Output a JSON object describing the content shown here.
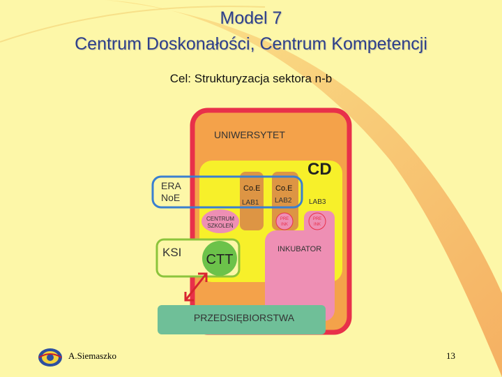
{
  "slide": {
    "title_line1": "Model 7",
    "title_line2": "Centrum Doskonałości, Centrum Kompetencji",
    "subtitle": "Cel: Strukturyzacja sektora n-b"
  },
  "diagram": {
    "uniwersytet": "UNIWERSYTET",
    "cd": "CD",
    "era": "ERA",
    "noe": "NoE",
    "coe1": "Co.E",
    "coe2": "Co.E",
    "lab1": "LAB1",
    "lab2": "LAB2",
    "lab3": "LAB3",
    "centrum_line1": "CENTRUM",
    "centrum_line2": "SZKOLEŃ",
    "preink1_line1": "PRE",
    "preink1_line2": "INK",
    "preink2_line1": "PRE",
    "preink2_line2": "INK",
    "inkubator": "INKUBATOR",
    "ksi": "KSI",
    "ctt": "CTT",
    "przedsiebiorstwa": "PRZEDSIĘBIORSTWA"
  },
  "footer": {
    "author": "A.Siemaszko",
    "page_number": "13"
  },
  "colors": {
    "background": "#fdf7a8",
    "title": "#2d3f8a",
    "university_border": "#e8304a",
    "university_fill": "#f4a24a",
    "cd_fill": "#f7f02a",
    "lab_fill": "#dd9544",
    "era_border": "#3a7fd0",
    "ksi_border": "#8cc43c",
    "ctt_fill": "#6cc24a",
    "inkubator_fill": "#ee8fb4",
    "przedsiebiorstwa_fill": "#6fbf98",
    "arrow": "#d8252f"
  }
}
